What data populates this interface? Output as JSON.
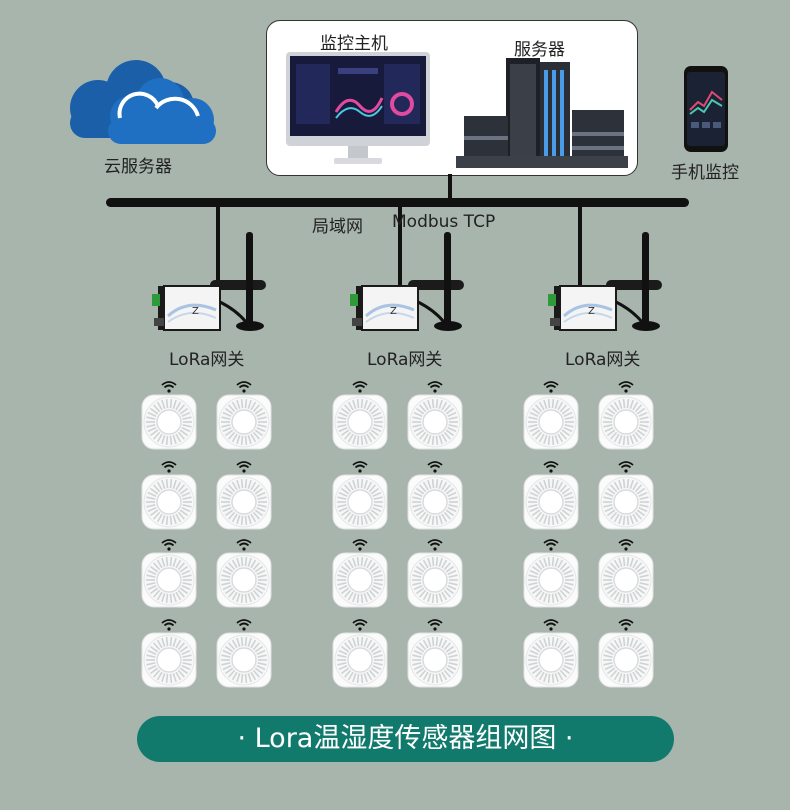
{
  "colors": {
    "background": "#a8b5ac",
    "title_bg": "#117a6c",
    "cloud": "#1a5fa8"
  },
  "cloud_label": "云服务器",
  "host_label": "监控主机",
  "server_label": "服务器",
  "phone_label": "手机监控",
  "lan_label": "局域网",
  "protocol_label": "Modbus TCP",
  "gateways": [
    {
      "label": "LoRa网关"
    },
    {
      "label": "LoRa网关"
    },
    {
      "label": "LoRa网关"
    }
  ],
  "footer_title": "· Lora温湿度传感器组网图 ·"
}
